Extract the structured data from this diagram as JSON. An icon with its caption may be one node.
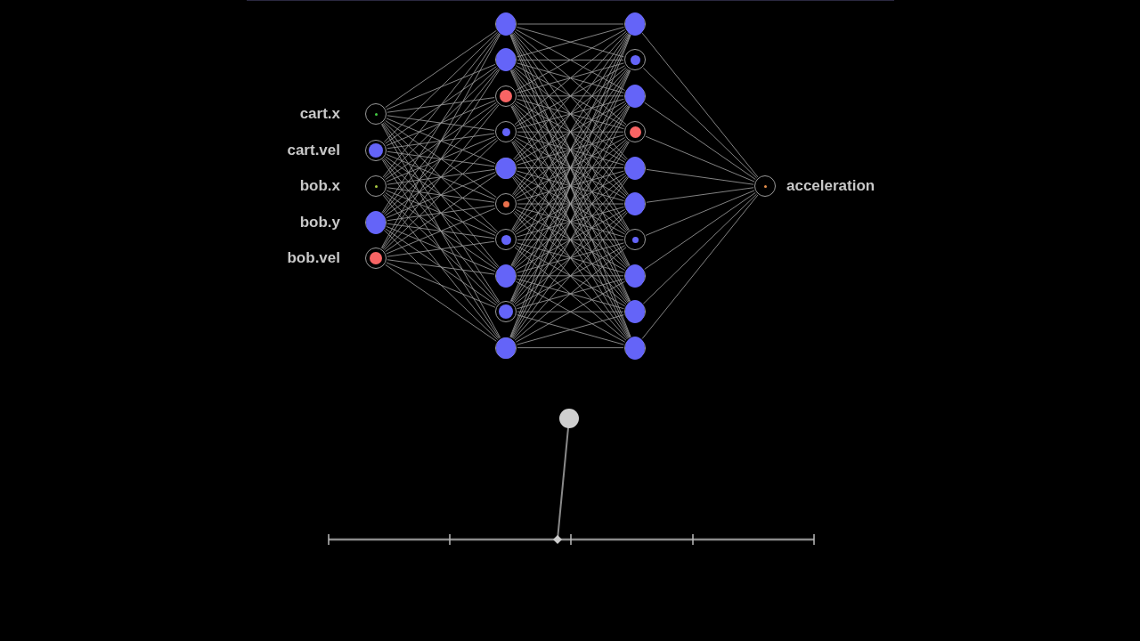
{
  "diagram": {
    "nodes": [
      {
        "text": [],
        "shape": "circle",
        "beside": [
          "cart.x"
        ]
      },
      {
        "text": [],
        "shape": "circle",
        "beside": [
          "cart.vel"
        ]
      },
      {
        "text": [],
        "shape": "circle",
        "beside": [
          "bob.x"
        ]
      },
      {
        "text": [],
        "shape": "circle",
        "beside": [
          "bob.y"
        ]
      },
      {
        "text": [],
        "shape": "circle",
        "beside": [
          "bob.vel"
        ]
      },
      {
        "text": [],
        "shape": "circle"
      },
      {
        "text": [],
        "shape": "circle"
      },
      {
        "text": [],
        "shape": "circle"
      },
      {
        "text": [],
        "shape": "circle"
      },
      {
        "text": [],
        "shape": "circle"
      },
      {
        "text": [],
        "shape": "circle"
      },
      {
        "text": [],
        "shape": "circle"
      },
      {
        "text": [],
        "shape": "circle"
      },
      {
        "text": [],
        "shape": "circle"
      },
      {
        "text": [],
        "shape": "circle"
      },
      {
        "text": [],
        "shape": "circle"
      },
      {
        "text": [],
        "shape": "circle"
      },
      {
        "text": [],
        "shape": "circle"
      },
      {
        "text": [],
        "shape": "circle"
      },
      {
        "text": [],
        "shape": "circle"
      },
      {
        "text": [],
        "shape": "circle"
      },
      {
        "text": [],
        "shape": "circle"
      },
      {
        "text": [],
        "shape": "circle"
      },
      {
        "text": [],
        "shape": "circle"
      },
      {
        "text": [],
        "shape": "circle"
      },
      {
        "text": [],
        "shape": "circle",
        "beside": [
          "acceleration"
        ]
      }
    ],
    "edges": [
      {
        "from": 0,
        "to": 5,
        "arrow": "none"
      },
      {
        "from": 0,
        "to": 6,
        "arrow": "none"
      },
      {
        "from": 0,
        "to": 7,
        "arrow": "none"
      },
      {
        "from": 0,
        "to": 8,
        "arrow": "none"
      },
      {
        "from": 0,
        "to": 9,
        "arrow": "none"
      },
      {
        "from": 0,
        "to": 10,
        "arrow": "none"
      },
      {
        "from": 0,
        "to": 11,
        "arrow": "none"
      },
      {
        "from": 0,
        "to": 12,
        "arrow": "none"
      },
      {
        "from": 0,
        "to": 13,
        "arrow": "none"
      },
      {
        "from": 0,
        "to": 14,
        "arrow": "none"
      },
      {
        "from": 1,
        "to": 5,
        "arrow": "none"
      },
      {
        "from": 1,
        "to": 6,
        "arrow": "none"
      },
      {
        "from": 1,
        "to": 7,
        "arrow": "none"
      },
      {
        "from": 1,
        "to": 8,
        "arrow": "none"
      },
      {
        "from": 1,
        "to": 9,
        "arrow": "none"
      },
      {
        "from": 1,
        "to": 10,
        "arrow": "none"
      },
      {
        "from": 1,
        "to": 11,
        "arrow": "none"
      },
      {
        "from": 1,
        "to": 12,
        "arrow": "none"
      },
      {
        "from": 1,
        "to": 13,
        "arrow": "none"
      },
      {
        "from": 1,
        "to": 14,
        "arrow": "none"
      },
      {
        "from": 2,
        "to": 5,
        "arrow": "none"
      },
      {
        "from": 2,
        "to": 6,
        "arrow": "none"
      },
      {
        "from": 2,
        "to": 7,
        "arrow": "none"
      },
      {
        "from": 2,
        "to": 8,
        "arrow": "none"
      },
      {
        "from": 2,
        "to": 9,
        "arrow": "none"
      },
      {
        "from": 2,
        "to": 10,
        "arrow": "none"
      },
      {
        "from": 2,
        "to": 11,
        "arrow": "none"
      },
      {
        "from": 2,
        "to": 12,
        "arrow": "none"
      },
      {
        "from": 2,
        "to": 13,
        "arrow": "none"
      },
      {
        "from": 2,
        "to": 14,
        "arrow": "none"
      },
      {
        "from": 3,
        "to": 5,
        "arrow": "none"
      },
      {
        "from": 3,
        "to": 6,
        "arrow": "none"
      },
      {
        "from": 3,
        "to": 7,
        "arrow": "none"
      },
      {
        "from": 3,
        "to": 8,
        "arrow": "none"
      },
      {
        "from": 3,
        "to": 9,
        "arrow": "none"
      },
      {
        "from": 3,
        "to": 10,
        "arrow": "none"
      },
      {
        "from": 3,
        "to": 11,
        "arrow": "none"
      },
      {
        "from": 3,
        "to": 12,
        "arrow": "none"
      },
      {
        "from": 3,
        "to": 13,
        "arrow": "none"
      },
      {
        "from": 3,
        "to": 14,
        "arrow": "none"
      },
      {
        "from": 4,
        "to": 5,
        "arrow": "none"
      },
      {
        "from": 4,
        "to": 6,
        "arrow": "none"
      },
      {
        "from": 4,
        "to": 7,
        "arrow": "none"
      },
      {
        "from": 4,
        "to": 8,
        "arrow": "none"
      },
      {
        "from": 4,
        "to": 9,
        "arrow": "none"
      },
      {
        "from": 4,
        "to": 10,
        "arrow": "none"
      },
      {
        "from": 4,
        "to": 11,
        "arrow": "none"
      },
      {
        "from": 4,
        "to": 12,
        "arrow": "none"
      },
      {
        "from": 4,
        "to": 13,
        "arrow": "none"
      },
      {
        "from": 4,
        "to": 14,
        "arrow": "none"
      },
      {
        "from": 5,
        "to": 15,
        "arrow": "none"
      },
      {
        "from": 5,
        "to": 16,
        "arrow": "none"
      },
      {
        "from": 5,
        "to": 17,
        "arrow": "none"
      },
      {
        "from": 5,
        "to": 18,
        "arrow": "none"
      },
      {
        "from": 5,
        "to": 19,
        "arrow": "none"
      },
      {
        "from": 5,
        "to": 20,
        "arrow": "none"
      },
      {
        "from": 5,
        "to": 21,
        "arrow": "none"
      },
      {
        "from": 5,
        "to": 22,
        "arrow": "none"
      },
      {
        "from": 5,
        "to": 23,
        "arrow": "none"
      },
      {
        "from": 5,
        "to": 24,
        "arrow": "none"
      },
      {
        "from": 6,
        "to": 15,
        "arrow": "none"
      },
      {
        "from": 6,
        "to": 16,
        "arrow": "none"
      },
      {
        "from": 6,
        "to": 17,
        "arrow": "none"
      },
      {
        "from": 6,
        "to": 18,
        "arrow": "none"
      },
      {
        "from": 6,
        "to": 19,
        "arrow": "none"
      },
      {
        "from": 6,
        "to": 20,
        "arrow": "none"
      },
      {
        "from": 6,
        "to": 21,
        "arrow": "none"
      },
      {
        "from": 6,
        "to": 22,
        "arrow": "none"
      },
      {
        "from": 6,
        "to": 23,
        "arrow": "none"
      },
      {
        "from": 6,
        "to": 24,
        "arrow": "none"
      },
      {
        "from": 7,
        "to": 15,
        "arrow": "none"
      },
      {
        "from": 7,
        "to": 16,
        "arrow": "none"
      },
      {
        "from": 7,
        "to": 17,
        "arrow": "none"
      },
      {
        "from": 7,
        "to": 18,
        "arrow": "none"
      },
      {
        "from": 7,
        "to": 19,
        "arrow": "none"
      },
      {
        "from": 7,
        "to": 20,
        "arrow": "none"
      },
      {
        "from": 7,
        "to": 21,
        "arrow": "none"
      },
      {
        "from": 7,
        "to": 22,
        "arrow": "none"
      },
      {
        "from": 7,
        "to": 23,
        "arrow": "none"
      },
      {
        "from": 7,
        "to": 24,
        "arrow": "none"
      },
      {
        "from": 8,
        "to": 15,
        "arrow": "none"
      },
      {
        "from": 8,
        "to": 16,
        "arrow": "none"
      },
      {
        "from": 8,
        "to": 17,
        "arrow": "none"
      },
      {
        "from": 8,
        "to": 18,
        "arrow": "none"
      },
      {
        "from": 8,
        "to": 19,
        "arrow": "none"
      },
      {
        "from": 8,
        "to": 20,
        "arrow": "none"
      },
      {
        "from": 8,
        "to": 21,
        "arrow": "none"
      },
      {
        "from": 8,
        "to": 22,
        "arrow": "none"
      },
      {
        "from": 8,
        "to": 23,
        "arrow": "none"
      },
      {
        "from": 8,
        "to": 24,
        "arrow": "none"
      },
      {
        "from": 9,
        "to": 15,
        "arrow": "none"
      },
      {
        "from": 9,
        "to": 16,
        "arrow": "none"
      },
      {
        "from": 9,
        "to": 17,
        "arrow": "none"
      },
      {
        "from": 9,
        "to": 18,
        "arrow": "none"
      },
      {
        "from": 9,
        "to": 19,
        "arrow": "none"
      },
      {
        "from": 9,
        "to": 20,
        "arrow": "none"
      },
      {
        "from": 9,
        "to": 21,
        "arrow": "none"
      },
      {
        "from": 9,
        "to": 22,
        "arrow": "none"
      },
      {
        "from": 9,
        "to": 23,
        "arrow": "none"
      },
      {
        "from": 9,
        "to": 24,
        "arrow": "none"
      },
      {
        "from": 10,
        "to": 15,
        "arrow": "none"
      },
      {
        "from": 10,
        "to": 16,
        "arrow": "none"
      },
      {
        "from": 10,
        "to": 17,
        "arrow": "none"
      },
      {
        "from": 10,
        "to": 18,
        "arrow": "none"
      },
      {
        "from": 10,
        "to": 19,
        "arrow": "none"
      },
      {
        "from": 10,
        "to": 20,
        "arrow": "none"
      },
      {
        "from": 10,
        "to": 21,
        "arrow": "none"
      },
      {
        "from": 10,
        "to": 22,
        "arrow": "none"
      },
      {
        "from": 10,
        "to": 23,
        "arrow": "none"
      },
      {
        "from": 10,
        "to": 24,
        "arrow": "none"
      },
      {
        "from": 11,
        "to": 15,
        "arrow": "none"
      },
      {
        "from": 11,
        "to": 16,
        "arrow": "none"
      },
      {
        "from": 11,
        "to": 17,
        "arrow": "none"
      },
      {
        "from": 11,
        "to": 18,
        "arrow": "none"
      },
      {
        "from": 11,
        "to": 19,
        "arrow": "none"
      },
      {
        "from": 11,
        "to": 20,
        "arrow": "none"
      },
      {
        "from": 11,
        "to": 21,
        "arrow": "none"
      },
      {
        "from": 11,
        "to": 22,
        "arrow": "none"
      },
      {
        "from": 11,
        "to": 23,
        "arrow": "none"
      },
      {
        "from": 11,
        "to": 24,
        "arrow": "none"
      },
      {
        "from": 12,
        "to": 15,
        "arrow": "none"
      },
      {
        "from": 12,
        "to": 16,
        "arrow": "none"
      },
      {
        "from": 12,
        "to": 17,
        "arrow": "none"
      },
      {
        "from": 12,
        "to": 18,
        "arrow": "none"
      },
      {
        "from": 12,
        "to": 19,
        "arrow": "none"
      },
      {
        "from": 12,
        "to": 20,
        "arrow": "none"
      },
      {
        "from": 12,
        "to": 21,
        "arrow": "none"
      },
      {
        "from": 12,
        "to": 22,
        "arrow": "none"
      },
      {
        "from": 12,
        "to": 23,
        "arrow": "none"
      },
      {
        "from": 12,
        "to": 24,
        "arrow": "none"
      },
      {
        "from": 13,
        "to": 15,
        "arrow": "none"
      },
      {
        "from": 13,
        "to": 16,
        "arrow": "none"
      },
      {
        "from": 13,
        "to": 17,
        "arrow": "none"
      },
      {
        "from": 13,
        "to": 18,
        "arrow": "none"
      },
      {
        "from": 13,
        "to": 19,
        "arrow": "none"
      },
      {
        "from": 13,
        "to": 20,
        "arrow": "none"
      },
      {
        "from": 13,
        "to": 21,
        "arrow": "none"
      },
      {
        "from": 13,
        "to": 22,
        "arrow": "none"
      },
      {
        "from": 13,
        "to": 23,
        "arrow": "none"
      },
      {
        "from": 13,
        "to": 24,
        "arrow": "none"
      },
      {
        "from": 14,
        "to": 15,
        "arrow": "none"
      },
      {
        "from": 14,
        "to": 16,
        "arrow": "none"
      },
      {
        "from": 14,
        "to": 17,
        "arrow": "none"
      },
      {
        "from": 14,
        "to": 18,
        "arrow": "none"
      },
      {
        "from": 14,
        "to": 19,
        "arrow": "none"
      },
      {
        "from": 14,
        "to": 20,
        "arrow": "none"
      },
      {
        "from": 14,
        "to": 21,
        "arrow": "none"
      },
      {
        "from": 14,
        "to": 22,
        "arrow": "none"
      },
      {
        "from": 14,
        "to": 23,
        "arrow": "none"
      },
      {
        "from": 14,
        "to": 24,
        "arrow": "none"
      },
      {
        "from": 15,
        "to": 25,
        "arrow": "none"
      },
      {
        "from": 16,
        "to": 25,
        "arrow": "none"
      },
      {
        "from": 17,
        "to": 25,
        "arrow": "none"
      },
      {
        "from": 18,
        "to": 25,
        "arrow": "none"
      },
      {
        "from": 19,
        "to": 25,
        "arrow": "none"
      },
      {
        "from": 20,
        "to": 25,
        "arrow": "none"
      },
      {
        "from": 21,
        "to": 25,
        "arrow": "none"
      },
      {
        "from": 22,
        "to": 25,
        "arrow": "none"
      },
      {
        "from": 23,
        "to": 25,
        "arrow": "none"
      },
      {
        "from": 24,
        "to": 25,
        "arrow": "none"
      }
    ]
  }
}
